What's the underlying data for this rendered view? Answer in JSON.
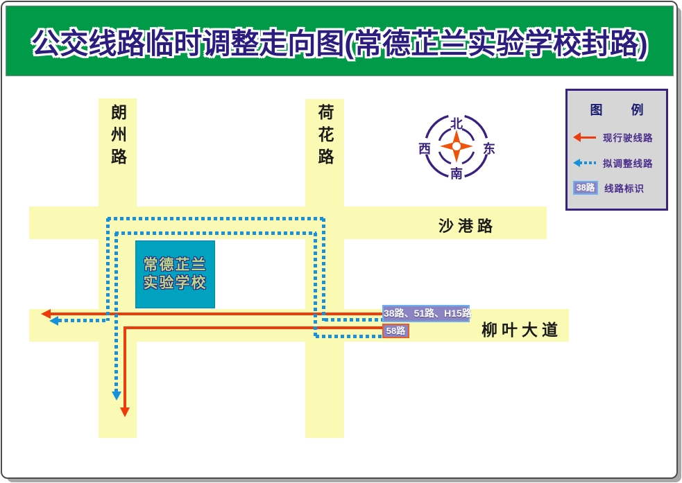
{
  "header": {
    "title": "公交线路临时调整走向图(常德芷兰实验学校封路)"
  },
  "roads": {
    "langzhou": {
      "label": "朗州路"
    },
    "hehua": {
      "label": "荷花路"
    },
    "shagang": {
      "label": "沙港路"
    },
    "liuye": {
      "label": "柳叶大道"
    }
  },
  "school": {
    "name_line1": "常德芷兰",
    "name_line2": "实验学校"
  },
  "compass": {
    "north": "北",
    "south": "南",
    "east": "东",
    "west": "西"
  },
  "route_labels": {
    "current_routes_badge": "38路、51路、H15路",
    "route58_badge": "58路"
  },
  "legend": {
    "title": "图 例",
    "items": [
      {
        "type": "current-route-arrow",
        "label": "现行驶线路"
      },
      {
        "type": "adjusted-route-arrow",
        "label": "拟调整线路"
      },
      {
        "type": "route-badge",
        "badge": "38路",
        "label": "线路标识"
      }
    ]
  },
  "colors": {
    "header-green": "#009a49",
    "title-navy": "#2b1d7e",
    "road-yellow": "#fbfab4",
    "school-teal": "#00a2c0",
    "school-text": "#bcd98a",
    "route-red": "#ee3b0c",
    "route-blue": "#1791dc",
    "badge-purple": "#8a84c2",
    "badge-blue-border": "#6cb2f2",
    "badge-red-border": "#e85c28",
    "legend-bg": "#d6d6d6",
    "legend-text": "#4a2c8a",
    "deep-purple": "#38217f",
    "compass-star": "#f0520a"
  }
}
